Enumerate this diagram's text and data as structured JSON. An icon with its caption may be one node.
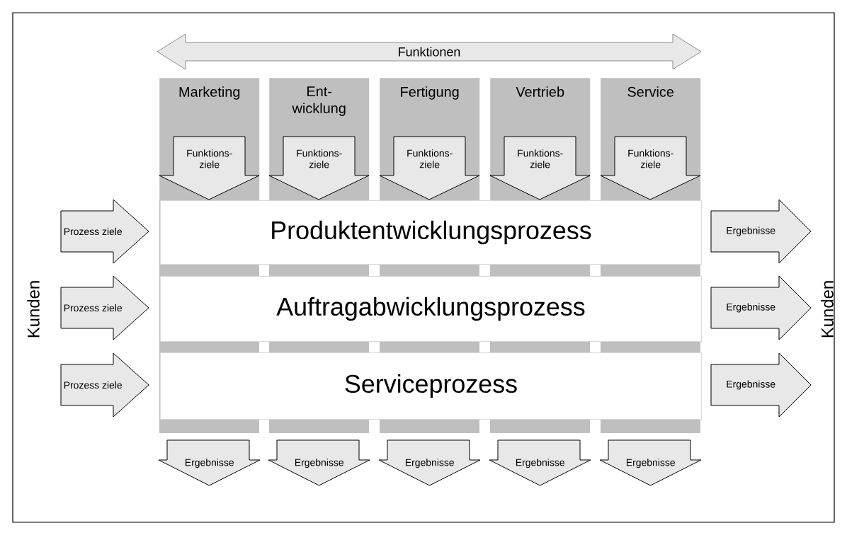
{
  "diagram": {
    "nodes": [
      {
        "text": [
          "Funktionen"
        ]
      },
      {
        "text": [
          "Marketing"
        ]
      },
      {
        "text": [
          "Ent- wicklung"
        ]
      },
      {
        "text": [
          "Fertigung"
        ]
      },
      {
        "text": [
          "Vertrieb"
        ]
      },
      {
        "text": [
          "Service"
        ]
      },
      {
        "text": [
          "Funktions- ziele"
        ],
        "in": 1
      },
      {
        "text": [
          "Funktions- ziele"
        ],
        "in": 2
      },
      {
        "text": [
          "Funktions- ziele"
        ],
        "in": 3
      },
      {
        "text": [
          "Funktions- ziele"
        ],
        "in": 4
      },
      {
        "text": [
          "Funktions- ziele"
        ],
        "in": 5
      },
      {
        "text": [
          "Prozess ziele"
        ]
      },
      {
        "text": [
          "Prozess ziele"
        ]
      },
      {
        "text": [
          "Prozess ziele"
        ]
      },
      {
        "text": [
          "Produktentwicklungsprozess"
        ]
      },
      {
        "text": [
          "Auftragabwicklungsprozess"
        ]
      },
      {
        "text": [
          "Serviceprozess"
        ]
      },
      {
        "text": [
          "Ergebnisse"
        ]
      },
      {
        "text": [
          "Ergebnisse"
        ]
      },
      {
        "text": [
          "Ergebnisse"
        ]
      },
      {
        "text": [
          "Ergebnisse"
        ]
      },
      {
        "text": [
          "Ergebnisse"
        ]
      },
      {
        "text": [
          "Ergebnisse"
        ]
      },
      {
        "text": [
          "Ergebnisse"
        ]
      },
      {
        "text": [
          "Ergebnisse"
        ]
      }
    ],
    "edges": [],
    "labels": [
      "Kunden",
      "Kunden"
    ]
  }
}
